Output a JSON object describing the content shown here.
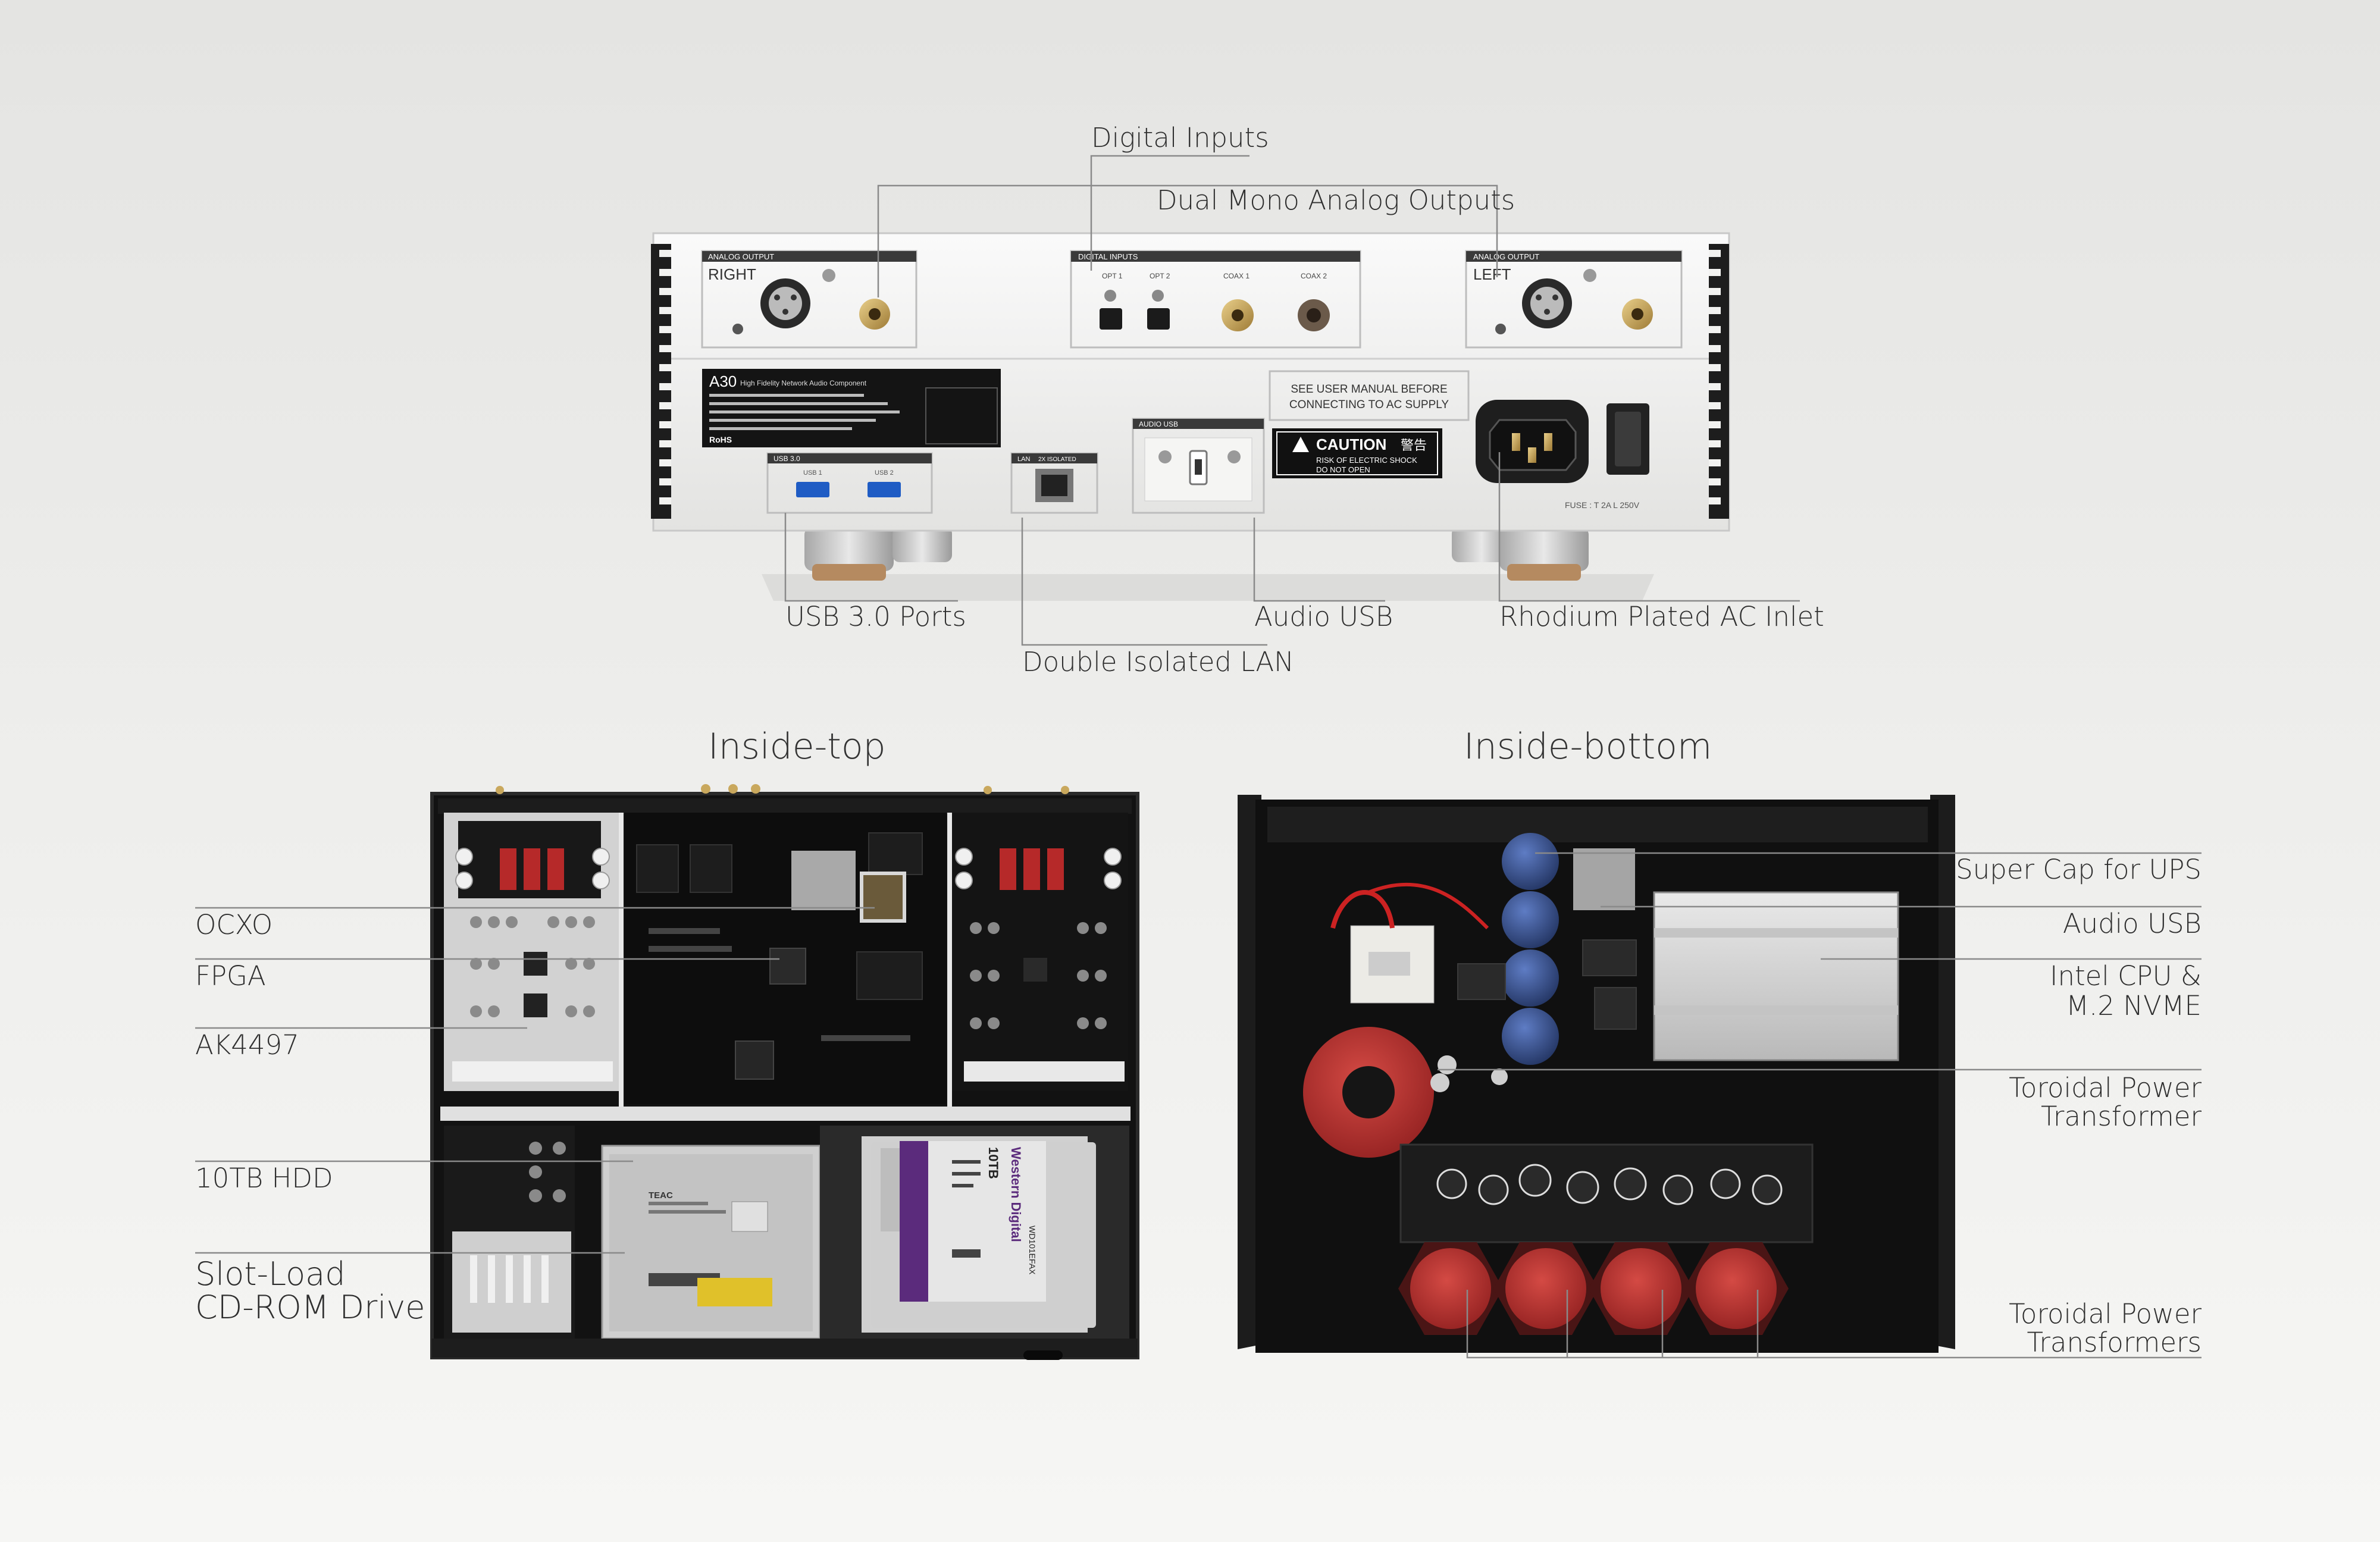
{
  "colors": {
    "chassis": "#f2f2f0",
    "heatsink": "#2a2a2a",
    "pcb": "#141414",
    "wd_purple": "#5b2b7c",
    "transformer_red": "#b02a2a",
    "leader_line": "#8a8a8a"
  },
  "rear_panel": {
    "callouts": {
      "digital_inputs": "Digital Inputs",
      "dual_mono": "Dual Mono Analog Outputs",
      "usb3": "USB 3.0 Ports",
      "audio_usb": "Audio USB",
      "ac_inlet": "Rhodium Plated AC Inlet",
      "lan": "Double Isolated LAN"
    },
    "panel_text": {
      "analog_output_r": "ANALOG OUTPUT",
      "right": "RIGHT",
      "analog_output_l": "ANALOG OUTPUT",
      "left": "LEFT",
      "digital_inputs": "DIGITAL INPUTS",
      "opt1": "OPT 1",
      "opt2": "OPT 2",
      "coax1": "COAX 1",
      "coax2": "COAX 2",
      "model": "A30",
      "model_desc": "High Fidelity Network Audio Component",
      "usb30": "USB 3.0",
      "usb1": "USB 1",
      "usb2": "USB 2",
      "lan": "LAN",
      "lan_iso": "2X ISOLATED",
      "audio_usb": "AUDIO USB",
      "manual1": "SEE USER MANUAL BEFORE",
      "manual2": "CONNECTING TO AC SUPPLY",
      "caution": "CAUTION",
      "caution_cn": "警告",
      "shock1": "RISK OF ELECTRIC SHOCK",
      "shock2": "DO NOT OPEN",
      "fuse": "FUSE : T 2A L 250V",
      "rohs": "RoHS"
    }
  },
  "inside_top": {
    "title": "Inside-top",
    "labels": {
      "ocxo": "OCXO",
      "fpga": "FPGA",
      "ak4497": "AK4497",
      "hdd": "10TB HDD",
      "cdrom_1": "Slot-Load",
      "cdrom_2": "CD-ROM Drive"
    },
    "text": {
      "teac": "TEAC",
      "wd_brand": "Western Digital",
      "wd_capacity": "10TB",
      "wd_model": "WD101EFAX"
    }
  },
  "inside_bottom": {
    "title": "Inside-bottom",
    "labels": {
      "supercap": "Super Cap for UPS",
      "audio_usb": "Audio USB",
      "cpu_1": "Intel CPU &",
      "cpu_2": "M.2 NVME",
      "toroidal_1": "Toroidal Power",
      "toroidal_2": "Transformer",
      "toroidals_1": "Toroidal Power",
      "toroidals_2": "Transformers"
    }
  }
}
